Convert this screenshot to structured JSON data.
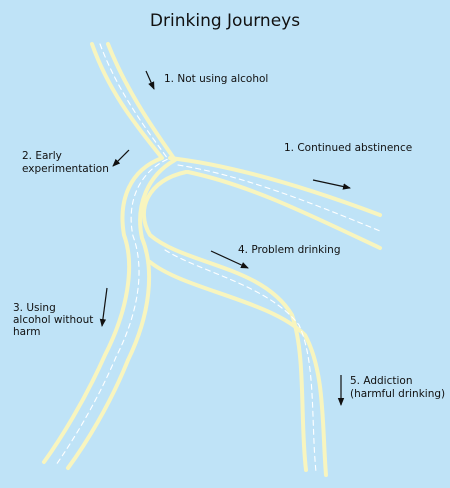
{
  "title": "Drinking Journeys",
  "labels": {
    "not_using": "1. Not using alcohol",
    "early_line1": "2. Early",
    "early_line2": "experimentation",
    "continued": "1. Continued abstinence",
    "problem": "4. Problem drinking",
    "using_line1": "3. Using",
    "using_line2": "alcohol without",
    "using_line3": "harm",
    "addiction_line1": "5. Addiction",
    "addiction_line2": "(harmful drinking)"
  },
  "colors": {
    "background": "#bfe3f7",
    "road_edge": "#f8f5bf",
    "road_center": "#ffffff",
    "text": "#111111"
  }
}
